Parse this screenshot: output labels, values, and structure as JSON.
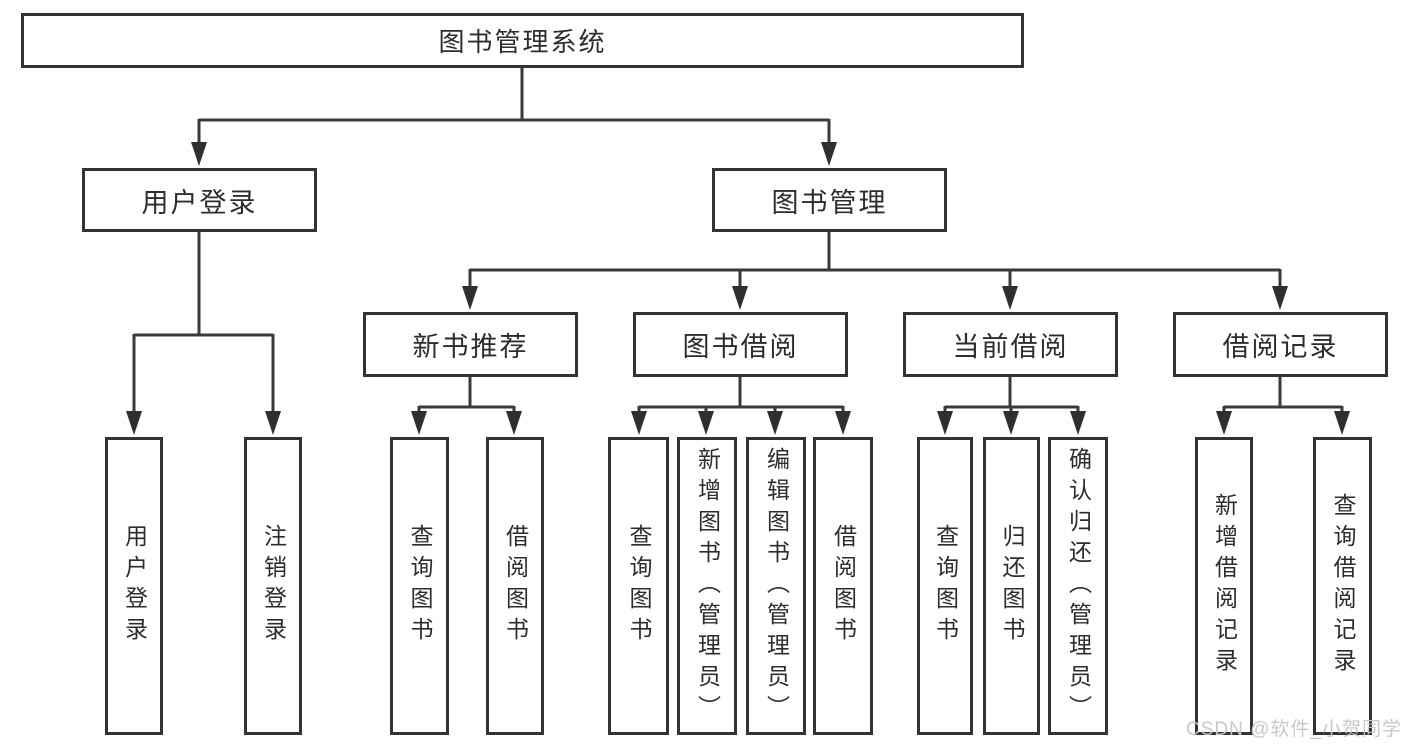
{
  "tree": {
    "label": "图书管理系统",
    "children": [
      {
        "label": "用户登录",
        "children": [
          {
            "label": "用户登录"
          },
          {
            "label": "注销登录"
          }
        ]
      },
      {
        "label": "图书管理",
        "children": [
          {
            "label": "新书推荐",
            "children": [
              {
                "label": "查询图书"
              },
              {
                "label": "借阅图书"
              }
            ]
          },
          {
            "label": "图书借阅",
            "children": [
              {
                "label": "查询图书"
              },
              {
                "label": "新增图书（管理员）"
              },
              {
                "label": "编辑图书（管理员）"
              },
              {
                "label": "借阅图书"
              }
            ]
          },
          {
            "label": "当前借阅",
            "children": [
              {
                "label": "查询图书"
              },
              {
                "label": "归还图书"
              },
              {
                "label": "确认归还（管理员）"
              }
            ]
          },
          {
            "label": "借阅记录",
            "children": [
              {
                "label": "新增借阅记录"
              },
              {
                "label": "查询借阅记录"
              }
            ]
          }
        ]
      }
    ]
  },
  "watermark": {
    "text": "CSDN @软件_小贺同学"
  },
  "colors": {
    "line": "#3a3a3a",
    "box_border": "#333333",
    "text": "#2d2d2d",
    "watermark": "#c5c5c5",
    "background": "#ffffff"
  }
}
